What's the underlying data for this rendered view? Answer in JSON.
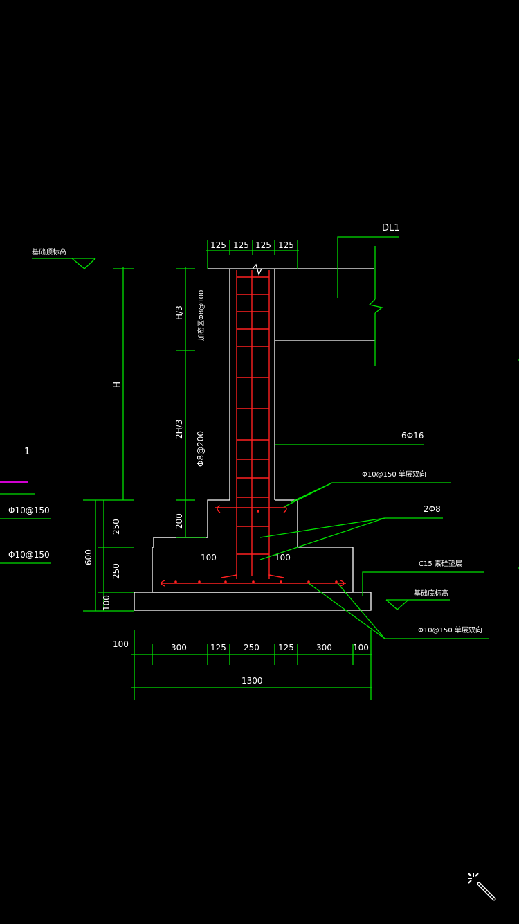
{
  "drawing": {
    "beam_tag": "DL1",
    "top_dims": [
      "125",
      "125",
      "125",
      "125"
    ],
    "bottom_dims": [
      "100",
      "300",
      "125",
      "250",
      "125",
      "300",
      "100"
    ],
    "total_width": "1300",
    "left_dims": [
      "H",
      "250",
      "250",
      "100"
    ],
    "left_total": "600",
    "inner_dims": [
      "H/3",
      "2H/3",
      "200"
    ],
    "stirrup_top": "加密区Φ8@100",
    "stirrup_rest": "Φ8@200",
    "offsets": [
      "100",
      "100"
    ],
    "ground_label_left": "基础顶标高",
    "ground_label_right": "基础底标高",
    "callout_main_bars": "6Φ16",
    "callout_step_mesh": "Φ10@150 单层双向",
    "callout_tie": "2Φ8",
    "callout_cushion": "C15 素砼垫层",
    "callout_base_mesh": "Φ10@150 单层双向",
    "left_section_number": "1",
    "left_labels": [
      "Φ10@150",
      "Φ10@150"
    ]
  },
  "toolbar": {
    "icon": "magic-wand-icon"
  }
}
